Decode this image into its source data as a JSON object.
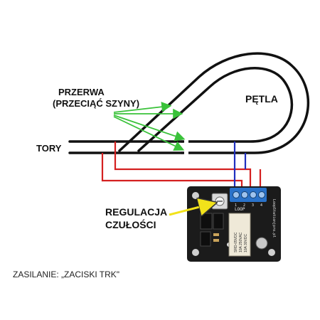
{
  "labels": {
    "przerwa_line1": "PRZERWA",
    "przerwa_line2": "(PRZECIĄĆ SZYNY)",
    "petla": "PĘTLA",
    "tory": "TORY",
    "regulacja_line1": "REGULACJA",
    "regulacja_line2": "CZUŁOŚCI",
    "zasilanie": "ZASILANIE: „ZACISKI TRK\""
  },
  "board": {
    "terminal_label": "LOOP",
    "terminal_numbers": [
      "1",
      "2",
      "3",
      "4"
    ],
    "relay_text": [
      "SRD-05VDC",
      "10A 250VAC",
      "10A 30VDC"
    ],
    "side_text": "LoopStationjpro.pl"
  },
  "colors": {
    "rail": "#111111",
    "gap_arrow": "#3ac23a",
    "pointer_arrow": "#f2e21a",
    "wire_red": "#d42020",
    "wire_blue": "#1f2fbf",
    "pcb": "#1b1b1b",
    "terminal": "#2a72c9",
    "relay": "#efe9d8"
  }
}
